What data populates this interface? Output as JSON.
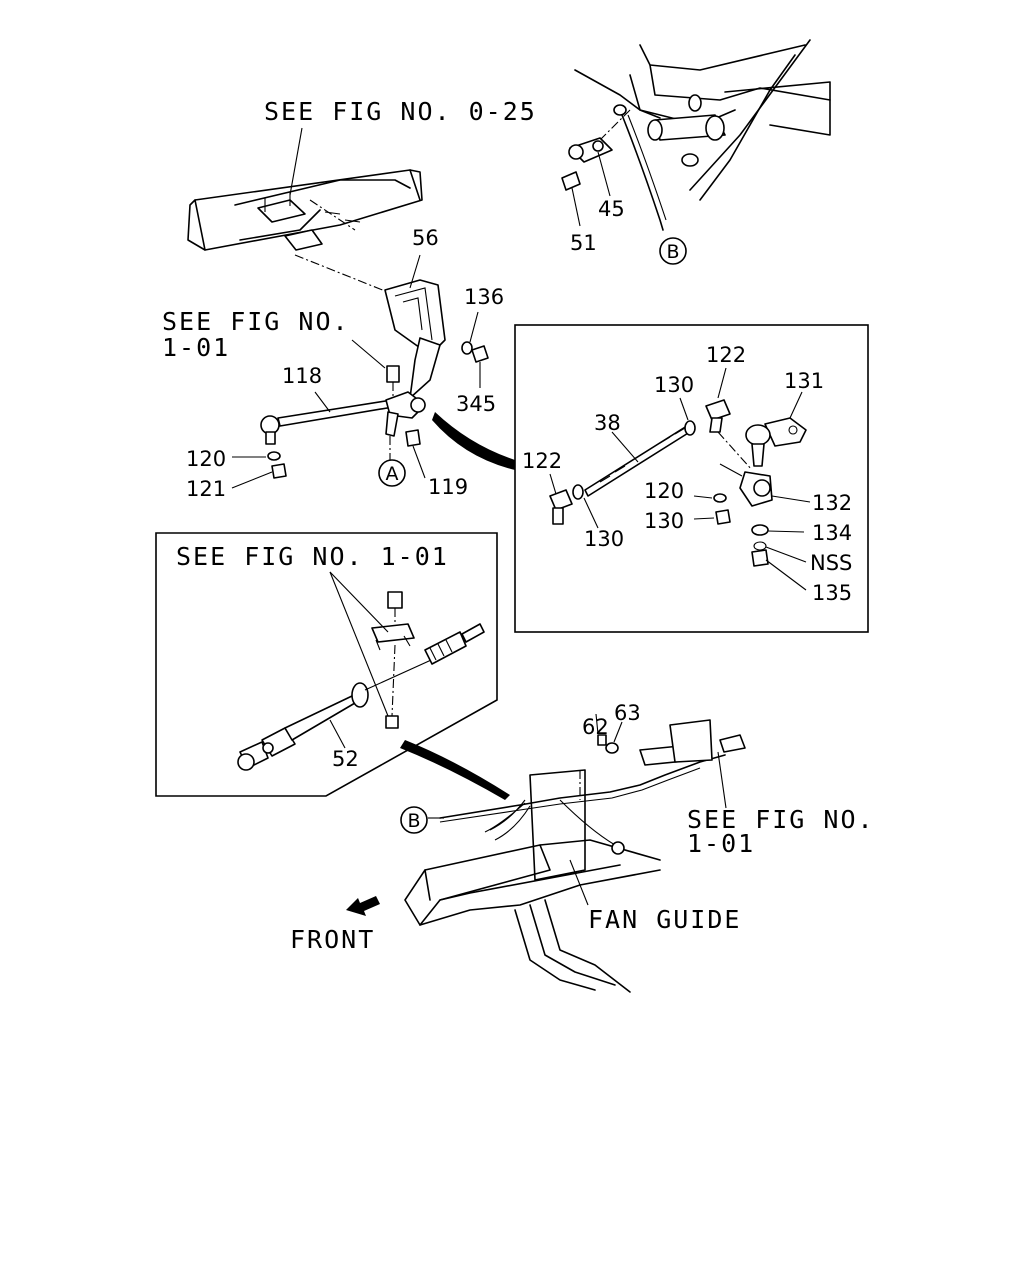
{
  "diagram": {
    "refs": {
      "fig_0_25": "SEE FIG NO. 0-25",
      "fig_1_01_a_line1": "SEE FIG NO.",
      "fig_1_01_a_line2": "1-01",
      "fig_1_01_b": "SEE FIG NO. 1-01",
      "fig_1_01_c_line1": "SEE FIG NO.",
      "fig_1_01_c_line2": "1-01",
      "fan_guide": "FAN GUIDE",
      "front": "FRONT"
    },
    "callouts": {
      "c56": "56",
      "c136": "136",
      "c345": "345",
      "c118": "118",
      "c120": "120",
      "c121": "121",
      "c119": "119",
      "c45": "45",
      "c51": "51",
      "c122a": "122",
      "c122b": "122",
      "c130a": "130",
      "c130b": "130",
      "c130c": "130",
      "c131": "131",
      "c38": "38",
      "c120b": "120",
      "c132": "132",
      "c134": "134",
      "cNSS": "NSS",
      "c135": "135",
      "c52": "52",
      "c62": "62",
      "c63": "63"
    },
    "markers": {
      "a": "A",
      "b_top": "B",
      "b_bottom": "B"
    }
  }
}
